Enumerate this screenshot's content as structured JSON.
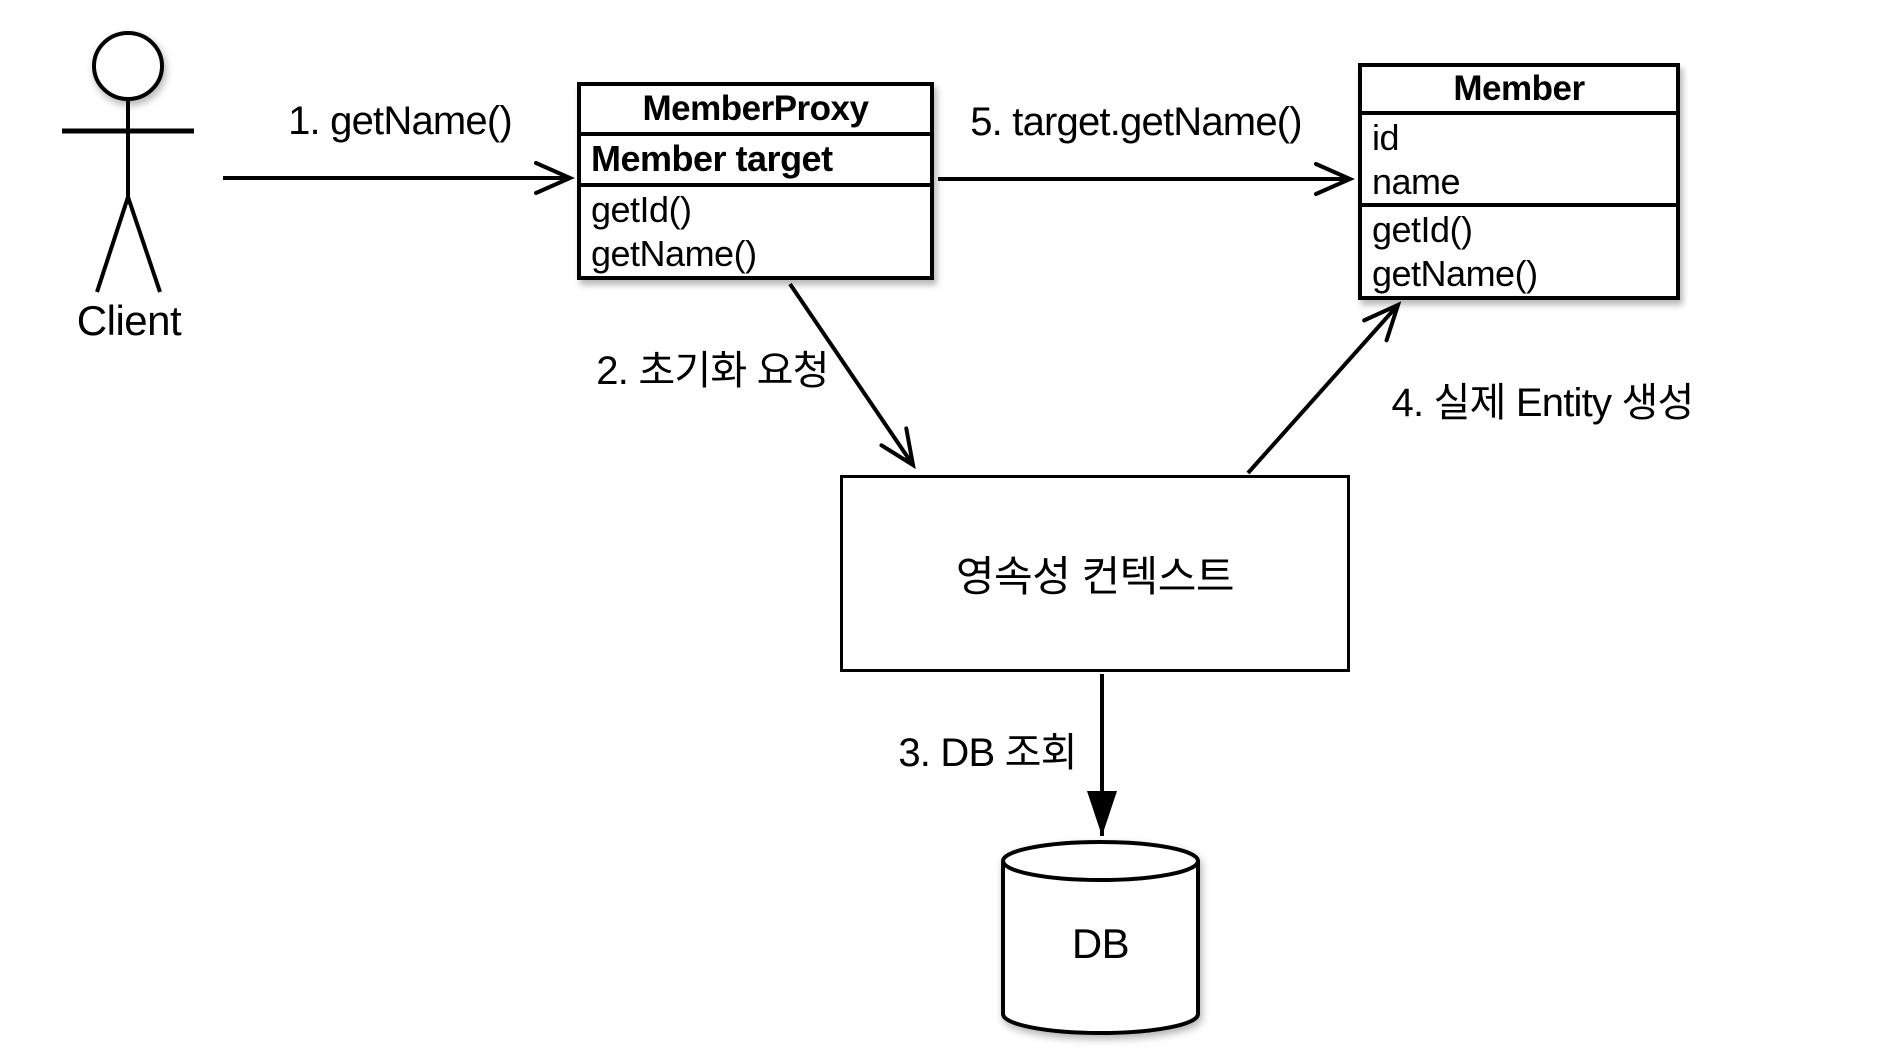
{
  "actor": {
    "label": "Client"
  },
  "proxy_class": {
    "title": "MemberProxy",
    "field": "Member target",
    "methods": [
      "getId()",
      "getName()"
    ]
  },
  "member_class": {
    "title": "Member",
    "fields": [
      "id",
      "name"
    ],
    "methods": [
      "getId()",
      "getName()"
    ]
  },
  "persistence": {
    "label": "영속성 컨텍스트"
  },
  "database": {
    "label": "DB"
  },
  "edges": {
    "e1": {
      "label": "1. getName()"
    },
    "e2": {
      "label": "2. 초기화 요청"
    },
    "e3": {
      "label": "3. DB 조회"
    },
    "e4": {
      "label": "4. 실제 Entity 생성"
    },
    "e5": {
      "label": "5. target.getName()"
    }
  },
  "colors": {
    "line": "#000000",
    "background": "#ffffff"
  }
}
